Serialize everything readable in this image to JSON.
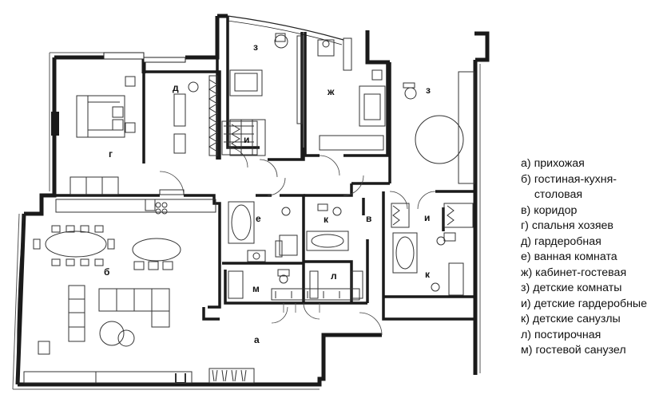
{
  "plan": {
    "room_letters": {
      "a": "а",
      "b": "б",
      "v": "в",
      "g": "г",
      "d": "д",
      "e": "е",
      "zh": "ж",
      "z1": "з",
      "z2": "з",
      "i1": "и",
      "i2": "и",
      "k1": "к",
      "k2": "к",
      "l": "л",
      "m": "м"
    }
  },
  "legend": [
    {
      "key": "а)",
      "text": "прихожая"
    },
    {
      "key": "б)",
      "text": "гостиная-кухня-столовая"
    },
    {
      "key": "в)",
      "text": "коридор"
    },
    {
      "key": "г)",
      "text": "спальня хозяев"
    },
    {
      "key": "д)",
      "text": "гардеробная"
    },
    {
      "key": "е)",
      "text": "ванная комната"
    },
    {
      "key": "ж)",
      "text": "кабинет-гостевая"
    },
    {
      "key": "з)",
      "text": "детские комнаты"
    },
    {
      "key": "и)",
      "text": "детские гардеробные"
    },
    {
      "key": "к)",
      "text": "детские санузлы"
    },
    {
      "key": "л)",
      "text": "постирочная"
    },
    {
      "key": "м)",
      "text": "гостевой санузел"
    }
  ]
}
